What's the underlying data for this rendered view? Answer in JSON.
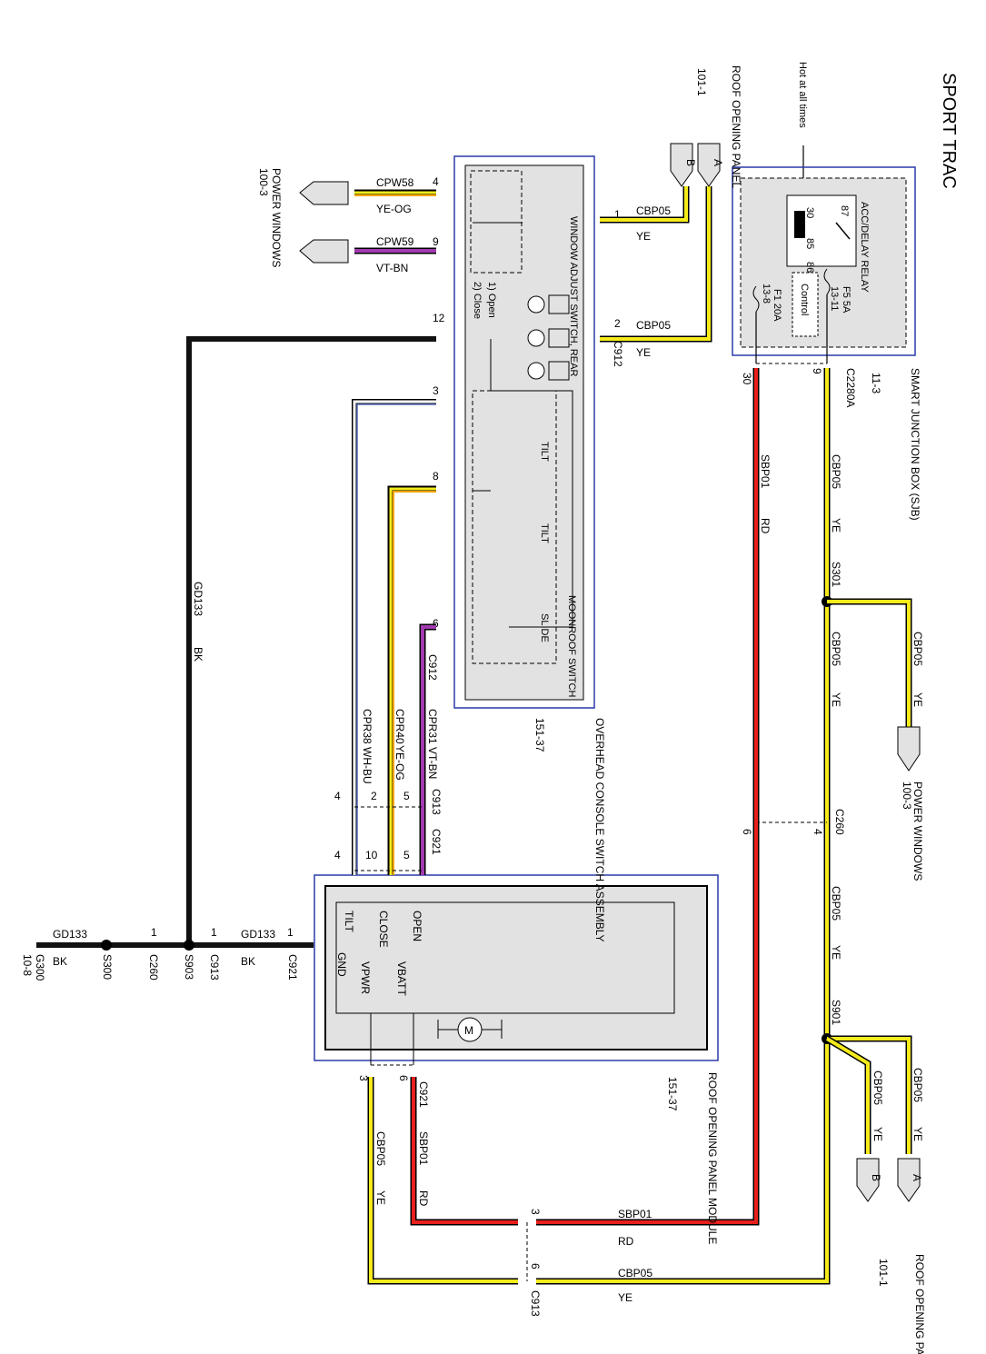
{
  "title": "SPORT TRAC",
  "hot_label": "Hot at all times",
  "colors": {
    "ye": "#f5eb1a",
    "rd": "#e8201c",
    "bk": "#111111",
    "vt": "#a23bb0",
    "og": "#f4a30c",
    "bu": "#5468b8",
    "frame": "#2a3aa8",
    "box": "#e2e2e2"
  },
  "sjb": {
    "name": "SMART JUNCTION BOX (SJB)",
    "page": "11-3",
    "relay": "ACC/DELAY RELAY",
    "relay_pins": [
      "30",
      "87",
      "85",
      "86"
    ],
    "control": "Control",
    "fuse1": "F5 5A",
    "fuse1_page": "13-11",
    "fuse2": "F1 20A",
    "fuse2_page": "13-8",
    "connector": "C2280A",
    "pin_ye": "9",
    "pin_rd": "30"
  },
  "roof_panel": {
    "name": "ROOF OPENING PANEL",
    "page": "101-1",
    "pin_a": "A",
    "pin_b": "B"
  },
  "power_windows": {
    "name": "POWER WINDOWS",
    "page": "100-3"
  },
  "overhead_console": {
    "name": "OVERHEAD CONSOLE SWITCH ASSEMBLY",
    "page": "151-37",
    "window_switch": "WINDOW ADJUST SWITCH, REAR",
    "legend_open": "1) Open",
    "legend_close": "2) Close",
    "moonroof_switch": "MOONROOF SWITCH",
    "tilt": "TILT",
    "slide": "SLIDE",
    "connector": "C912",
    "pins": [
      "4",
      "9",
      "1",
      "12",
      "2",
      "3",
      "8",
      "6"
    ]
  },
  "module": {
    "name": "ROOF OPENING PANEL MODULE",
    "page": "151-37",
    "terminals": [
      "OPEN",
      "CLOSE",
      "TILT",
      "VBATT",
      "VPWR",
      "GND"
    ],
    "motor": "M",
    "connector": "C921"
  },
  "wires": {
    "cbp05": "CBP05",
    "ye": "YE",
    "sbp01": "SBP01",
    "rd": "RD",
    "gd133": "GD133",
    "bk": "BK",
    "cpw58": "CPW58",
    "ye_og": "YE-OG",
    "cpw59": "CPW59",
    "vt_bn": "VT-BN",
    "cpr31": "CPR31",
    "cpr40": "CPR40",
    "cpr38": "CPR38",
    "wh_bu": "WH-BU"
  },
  "connectors": {
    "c912": "C912",
    "c913": "C913",
    "c921": "C921",
    "c260": "C260",
    "s301": "S301",
    "s901": "S901",
    "s903": "S903",
    "s300": "S300",
    "g300": "G300",
    "g300_page": "10-8"
  },
  "pin_numbers": {
    "p1": "1",
    "p2": "2",
    "p3": "3",
    "p4": "4",
    "p5": "5",
    "p6": "6",
    "p9": "9",
    "p10": "10",
    "p12": "12",
    "p30": "30"
  }
}
